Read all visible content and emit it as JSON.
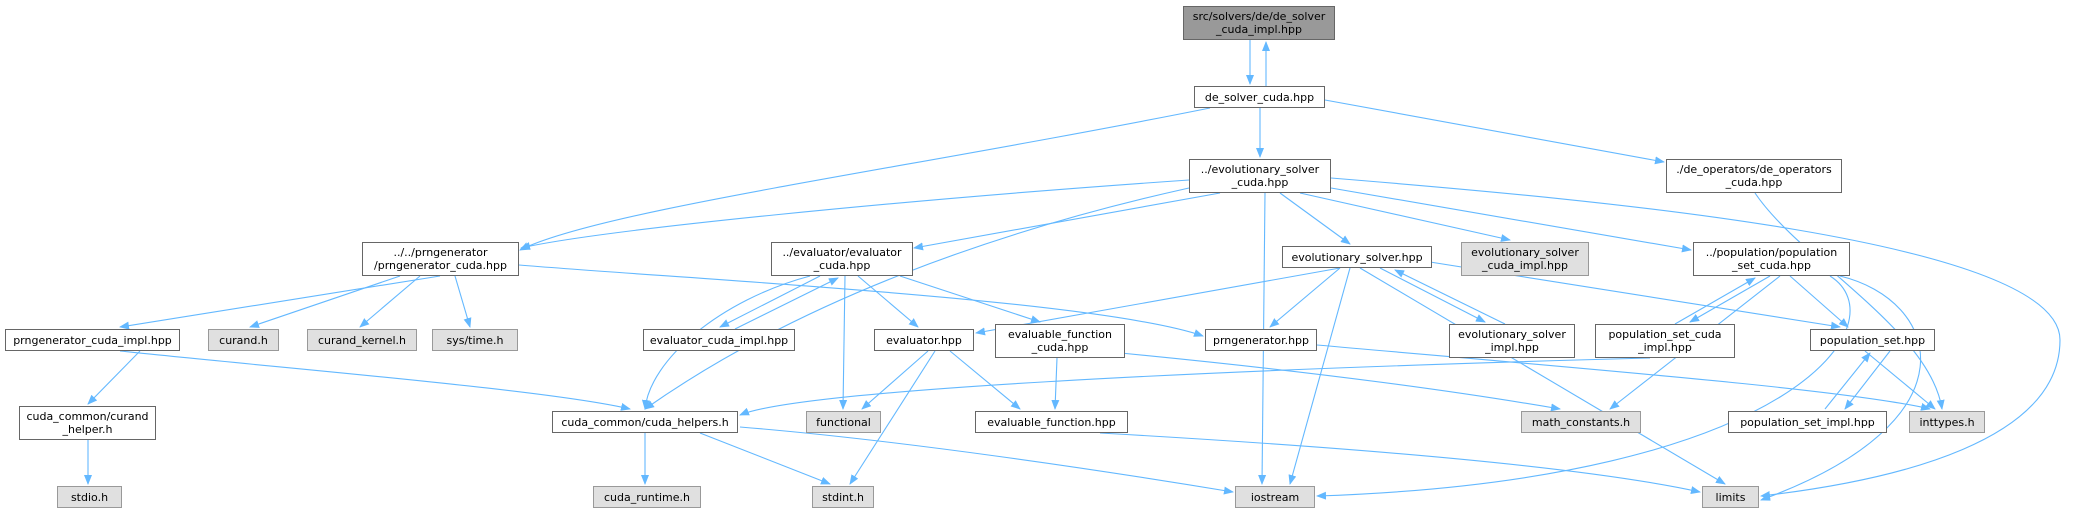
{
  "colors": {
    "edge": "#63b8ff",
    "root_fill": "#999999",
    "external_fill": "#e0e0e0",
    "border": "#666666"
  },
  "nodes": {
    "root": "src/solvers/de/de_solver\n_cuda_impl.hpp",
    "de_solver_cuda": "de_solver_cuda.hpp",
    "evo_solver_cuda": "../evolutionary_solver\n_cuda.hpp",
    "de_operators": "./de_operators/de_operators\n_cuda.hpp",
    "prngen_cuda": "../../prngenerator\n/prngenerator_cuda.hpp",
    "evaluator_cuda": "../evaluator/evaluator\n_cuda.hpp",
    "evo_solver": "evolutionary_solver.hpp",
    "evo_solver_cuda_impl": "evolutionary_solver\n_cuda_impl.hpp",
    "pop_set_cuda": "../population/population\n_set_cuda.hpp",
    "prngen_cuda_impl": "prngenerator_cuda_impl.hpp",
    "curand": "curand.h",
    "curand_kernel": "curand_kernel.h",
    "sys_time": "sys/time.h",
    "evaluator_cuda_impl": "evaluator_cuda_impl.hpp",
    "evaluator": "evaluator.hpp",
    "eval_func_cuda": "evaluable_function\n_cuda.hpp",
    "prngenerator": "prngenerator.hpp",
    "evo_solver_impl": "evolutionary_solver\n_impl.hpp",
    "pop_set_cuda_impl": "population_set_cuda\n_impl.hpp",
    "pop_set": "population_set.hpp",
    "curand_helper": "cuda_common/curand\n_helper.h",
    "cuda_helpers": "cuda_common/cuda_helpers.h",
    "functional": "functional",
    "eval_func": "evaluable_function.hpp",
    "math_constants": "math_constants.h",
    "pop_set_impl": "population_set_impl.hpp",
    "inttypes": "inttypes.h",
    "stdio": "stdio.h",
    "cuda_runtime": "cuda_runtime.h",
    "stdint": "stdint.h",
    "iostream": "iostream",
    "limits": "limits"
  }
}
